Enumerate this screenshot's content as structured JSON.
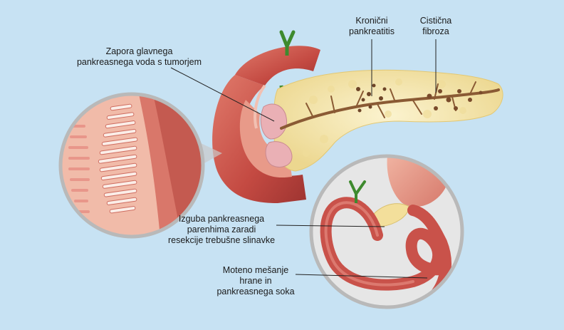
{
  "labels": {
    "zapora_line1": "Zapora glavnega",
    "zapora_line2": "pankreasnega voda s tumorjem",
    "kronicni_line1": "Kronični",
    "kronicni_line2": "pankreatitis",
    "cisticna_line1": "Cistična",
    "cisticna_line2": "fibroza",
    "izguba_line1": "Izguba pankreasnega",
    "izguba_line2": "parenhima zaradi",
    "izguba_line3": "resekcije trebušne slinavke",
    "moteno_line1": "Moteno mešanje",
    "moteno_line2": "hrane in",
    "moteno_line3": "pankreasnega soka"
  },
  "colors": {
    "background": "#c7e2f3",
    "pancreas": "#f7eab8",
    "duodenum": "#cf5a4f",
    "circle_border": "#b9b9b9",
    "duct": "#8a5a34",
    "bile_duct": "#3e8a2e"
  }
}
